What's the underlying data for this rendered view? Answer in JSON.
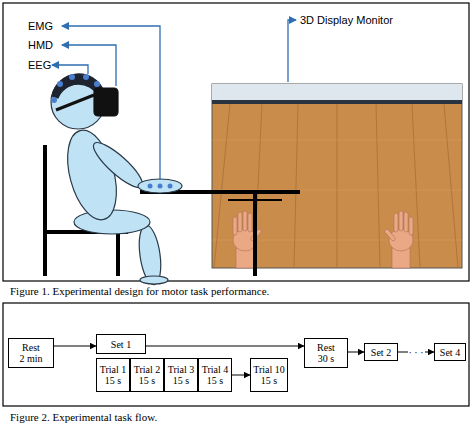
{
  "diagram": {
    "nodes": [
      {
        "text": [
          "Rest",
          "2 min"
        ]
      },
      {
        "text": [
          "Set 1"
        ]
      },
      {
        "text": [
          "Trial 1",
          "15 s"
        ]
      },
      {
        "text": [
          "Trial 2",
          "15 s"
        ]
      },
      {
        "text": [
          "Trial 3",
          "15 s"
        ]
      },
      {
        "text": [
          "Trial 4",
          "15 s"
        ]
      },
      {
        "text": [
          "Trial 10",
          "15 s"
        ]
      },
      {
        "text": [
          "Rest",
          "30 s"
        ]
      },
      {
        "text": [
          "Set 2"
        ]
      },
      {
        "text": [
          "Set 4"
        ]
      }
    ],
    "edges": [
      {
        "from": 0,
        "to": 1,
        "arrow": "to"
      },
      {
        "from": 1,
        "to": 7,
        "arrow": "to"
      },
      {
        "from": 5,
        "to": 6,
        "arrow": "to"
      },
      {
        "from": 7,
        "to": 8,
        "arrow": "to"
      },
      {
        "from": 8,
        "to": 9,
        "label": "· · ·",
        "arrow": "to"
      }
    ],
    "labels": [
      "EMG",
      "HMD",
      "EEG",
      "3D Display Monitor",
      "Figure 1. Experimental design for motor task performance.",
      "Figure 2. Experimental task flow."
    ]
  }
}
